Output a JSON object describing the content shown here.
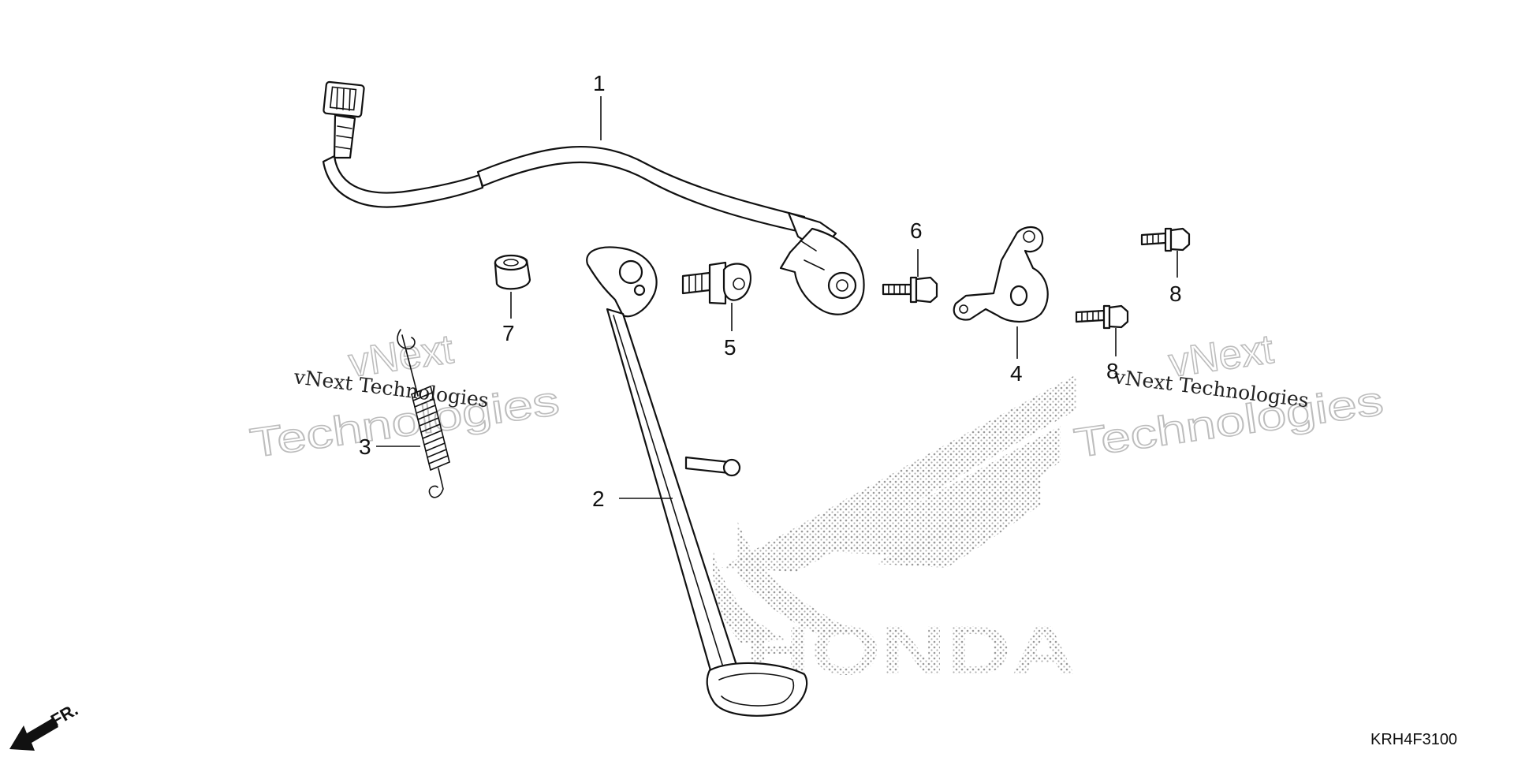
{
  "diagram": {
    "callouts": [
      {
        "id": "1",
        "label": "1"
      },
      {
        "id": "2",
        "label": "2"
      },
      {
        "id": "3",
        "label": "3"
      },
      {
        "id": "4",
        "label": "4"
      },
      {
        "id": "5",
        "label": "5"
      },
      {
        "id": "6",
        "label": "6"
      },
      {
        "id": "7",
        "label": "7"
      },
      {
        "id": "8a",
        "label": "8"
      },
      {
        "id": "8b",
        "label": "8"
      }
    ],
    "diagram_code": "KRH4F3100",
    "direction_label": "FR.",
    "watermarks": {
      "serif_text": "vNext Technologies",
      "outline_line1": "vNext",
      "outline_line2": "Technologies"
    },
    "background_logo_text": "HONDA"
  }
}
